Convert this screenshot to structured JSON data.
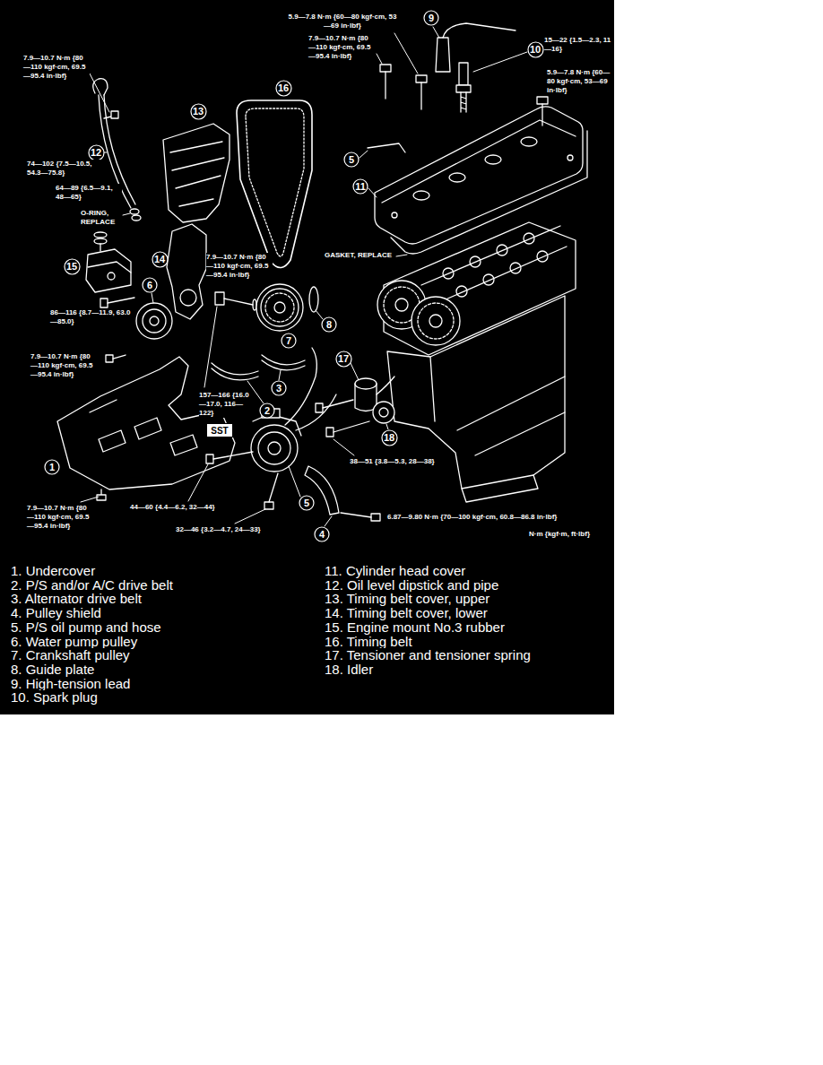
{
  "diagram": {
    "nodes": [
      {
        "text": [
          "9"
        ]
      },
      {
        "text": [
          "10"
        ]
      },
      {
        "text": [
          "16"
        ]
      },
      {
        "text": [
          "13"
        ]
      },
      {
        "text": [
          "12"
        ]
      },
      {
        "text": [
          "5"
        ]
      },
      {
        "text": [
          "11"
        ]
      },
      {
        "text": [
          "14"
        ]
      },
      {
        "text": [
          "15"
        ]
      },
      {
        "text": [
          "6"
        ]
      },
      {
        "text": [
          "8"
        ]
      },
      {
        "text": [
          "7"
        ]
      },
      {
        "text": [
          "17"
        ]
      },
      {
        "text": [
          "3"
        ]
      },
      {
        "text": [
          "2"
        ]
      },
      {
        "text": [
          "SST"
        ]
      },
      {
        "text": [
          "18"
        ]
      },
      {
        "text": [
          "1"
        ]
      },
      {
        "text": [
          "5"
        ]
      },
      {
        "text": [
          "4"
        ]
      }
    ],
    "labels": [
      "5.9—7.8 N·m {60—80 kgf·cm, 53—69 in·lbf}",
      "15—22 {1.5—2.3, 11—16}",
      "7.9—10.7 N·m {80—110 kgf·cm, 69.5—95.4 in·lbf}",
      "7.9—10.7 N·m {80—110 kgf·cm, 69.5—95.4 in·lbf}",
      "5.9—7.8 N·m {60—80 kgf·cm, 53—69 in·lbf}",
      "74—102 {7.5—10.5, 54.3—75.8}",
      "64—89 {6.5—9.1, 48—65}",
      "O-RING, REPLACE",
      "GASKET, REPLACE",
      "7.9—10.7 N·m {80—110 kgf·cm, 69.5—95.4 in·lbf}",
      "86—116 {8.7—11.9, 63.0—85.0}",
      "7.9—10.7 N·m {80—110 kgf·cm, 69.5—95.4 in·lbf}",
      "157—166 {16.0—17.0, 116—122}",
      "38—51 {3.8—5.3, 28—38}",
      "7.9—10.7 N·m {80—110 kgf·cm, 69.5—95.4 in·lbf}",
      "44—60 {4.4—6.2, 32—44}",
      "6.87—9.80 N·m {70—100 kgf·cm, 60.8—86.8 in·lbf}",
      "32—46 {3.2—4.7, 24—33}",
      "N·m {kgf·m, ft·lbf}",
      "1. Undercover",
      "2. P/S and/or A/C drive belt",
      "3. Alternator drive belt",
      "4. Pulley shield",
      "5. P/S oil pump and hose",
      "6. Water pump pulley",
      "7. Crankshaft pulley",
      "8. Guide plate",
      "9. High-tension lead",
      "10. Spark plug",
      "11. Cylinder head cover",
      "12. Oil level dipstick and pipe",
      "13. Timing belt cover, upper",
      "14. Timing belt cover, lower",
      "15. Engine mount No.3 rubber",
      "16. Timing belt",
      "17. Tensioner and tensioner spring",
      "18. Idler"
    ]
  }
}
